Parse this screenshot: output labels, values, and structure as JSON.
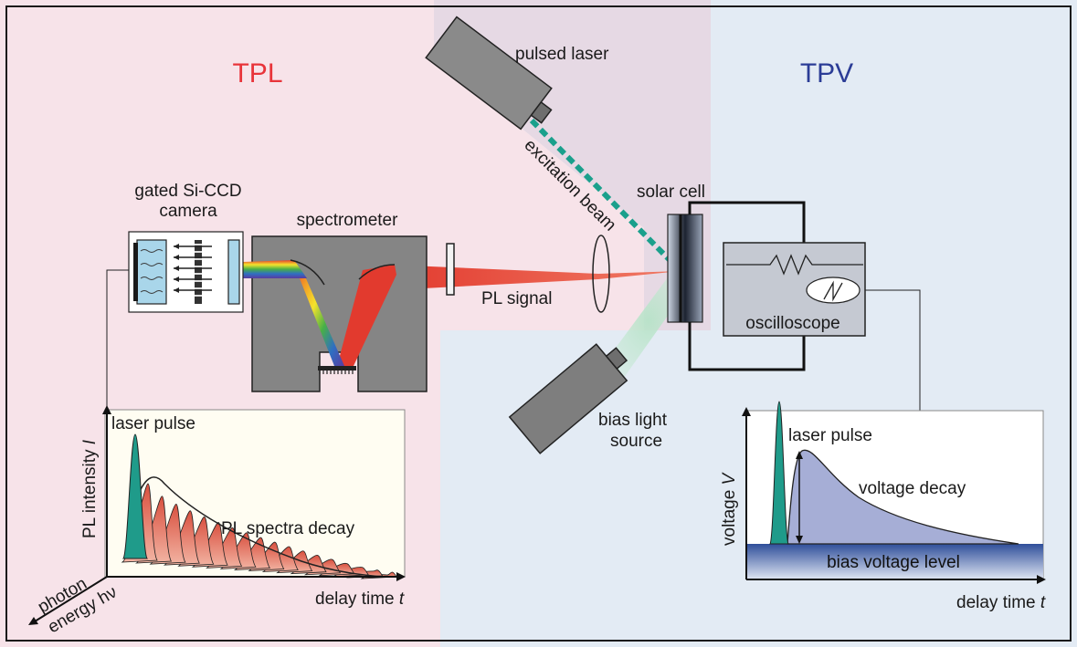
{
  "sections": {
    "tpl": {
      "label": "TPL",
      "color": "#e8343a"
    },
    "tpv": {
      "label": "TPV",
      "color": "#2b3c96"
    }
  },
  "components": {
    "pulsed_laser": "pulsed laser",
    "excitation_beam": "excitation beam",
    "solar_cell": "solar cell",
    "camera_line1": "gated Si-CCD",
    "camera_line2": "camera",
    "spectrometer": "spectrometer",
    "pl_signal": "PL signal",
    "oscilloscope": "oscilloscope",
    "bias_line1": "bias light",
    "bias_line2": "source"
  },
  "tpl_plot": {
    "laser_pulse": "laser pulse",
    "ylabel_text": "PL intensity ",
    "ylabel_var": "I",
    "spectra_label": "PL spectra decay",
    "xlabel_text": "delay time ",
    "xlabel_var": "t",
    "zlabel_line1": "photon",
    "zlabel_line2": "energy hν"
  },
  "tpv_plot": {
    "laser_pulse": "laser pulse",
    "ylabel_text": "voltage ",
    "ylabel_var": "V",
    "decay_label": "voltage decay",
    "bias_level": "bias voltage level",
    "xlabel_text": "delay time ",
    "xlabel_var": "t"
  },
  "colors": {
    "tpl_bg": "#f7e3e9",
    "tpv_bg": "#e3ebf4",
    "overlap_bg": "#e6d9e4",
    "device_gray": "#808080",
    "pl_red": "#e23a2e",
    "beam_teal": "#1aa08c",
    "decay_fill": "#a6aed6",
    "bias_blue": "#2f4f9a"
  }
}
